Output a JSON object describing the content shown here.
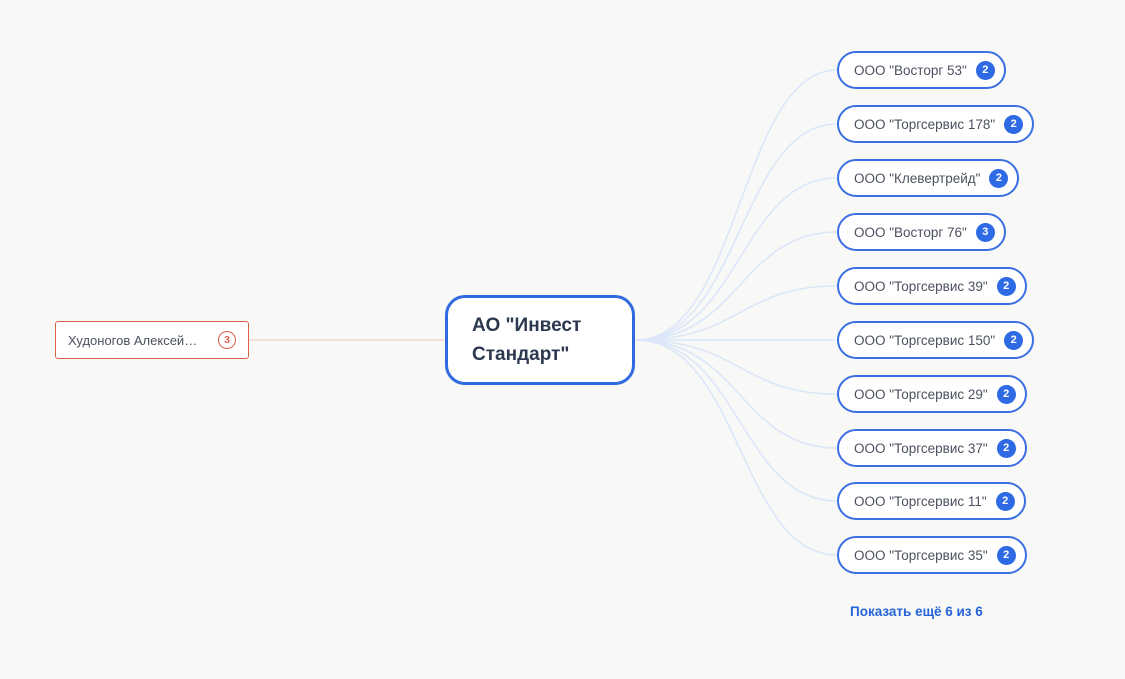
{
  "colors": {
    "background": "#f8f8f6",
    "accent_blue": "#2f6bdf",
    "badge_blue": "#2e6ae4",
    "highlight_red": "#df5f4d",
    "connector_blue": "#dbe7f9",
    "connector_red": "#f2d5cf",
    "text_dark": "#4c5160",
    "link_blue": "#2563d9"
  },
  "left_node": {
    "label": "Худоногов Алексей…",
    "badge": "3"
  },
  "center_node": {
    "label": "АО \"Инвест\nСтандарт\""
  },
  "right_nodes": [
    {
      "label": "ООО \"Восторг 53\"",
      "badge": "2"
    },
    {
      "label": "ООО \"Торгсервис 178\"",
      "badge": "2"
    },
    {
      "label": "ООО \"Клевертрейд\"",
      "badge": "2"
    },
    {
      "label": "ООО \"Восторг 76\"",
      "badge": "3"
    },
    {
      "label": "ООО \"Торгсервис 39\"",
      "badge": "2"
    },
    {
      "label": "ООО \"Торгсервис 150\"",
      "badge": "2"
    },
    {
      "label": "ООО \"Торгсервис 29\"",
      "badge": "2"
    },
    {
      "label": "ООО \"Торгсервис 37\"",
      "badge": "2"
    },
    {
      "label": "ООО \"Торгсервис 11\"",
      "badge": "2"
    },
    {
      "label": "ООО \"Торгсервис 35\"",
      "badge": "2"
    }
  ],
  "show_more": {
    "label": "Показать ещё 6 из 6"
  }
}
